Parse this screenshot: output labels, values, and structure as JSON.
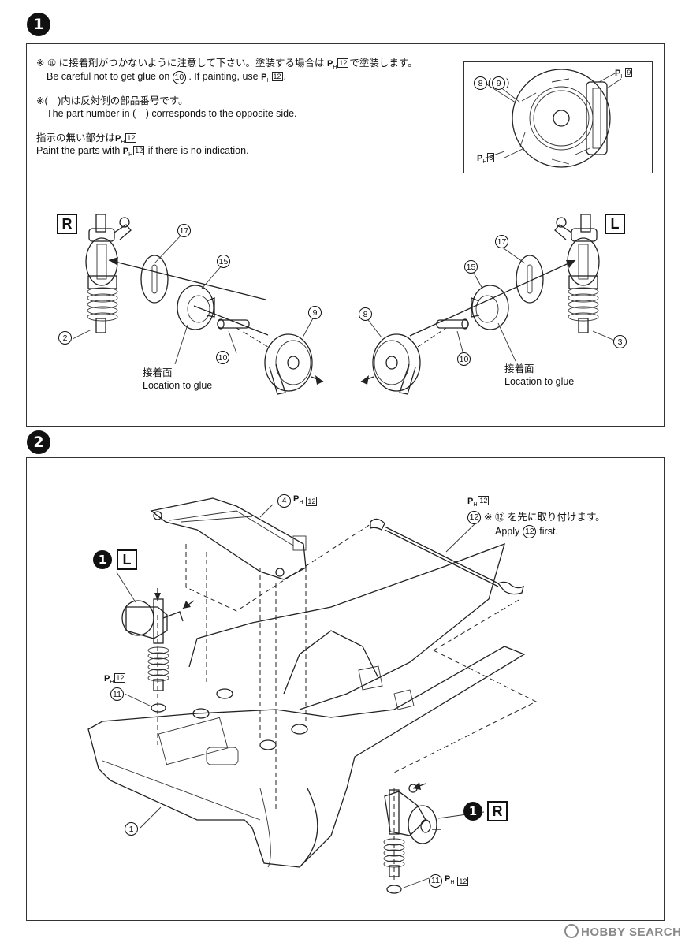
{
  "steps": [
    {
      "number": "1",
      "notes": {
        "glue_jp": "※ ⑩ に接着剤がつかないように注意して下さい。塗装する場合は",
        "glue_jp_tail": "で塗装します。",
        "glue_en_a": "Be careful not to get glue on",
        "glue_en_b": ". If painting, use",
        "paren_jp": "※(　)内は反対側の部品番号です。",
        "paren_en": "The part number in (　) corresponds to the opposite side.",
        "noind_jp": "指示の無い部分は",
        "noind_en_a": "Paint the parts with",
        "noind_en_b": "if there is no indication."
      },
      "inset": {
        "part_a": "8",
        "part_b": "9",
        "paint_caliper": "9",
        "paint_rotor": "8"
      },
      "right_side": {
        "side_letter": "R",
        "parts": [
          "17",
          "15",
          "9",
          "10",
          "2"
        ],
        "glue_jp": "接着面",
        "glue_en": "Location to glue"
      },
      "left_side": {
        "side_letter": "L",
        "parts": [
          "17",
          "15",
          "8",
          "10",
          "3"
        ],
        "glue_jp": "接着面",
        "glue_en": "Location to glue"
      }
    },
    {
      "number": "2",
      "part_4": "4",
      "paint_4": "12",
      "part_12": "12",
      "paint_12": "12",
      "note_12_jp": "※ ⑫ を先に取り付けます。",
      "note_12_en_a": "Apply",
      "note_12_en_b": "first.",
      "left_assembly": {
        "step_ref": "1",
        "side_letter": "L"
      },
      "right_assembly": {
        "step_ref": "1",
        "side_letter": "R"
      },
      "part_11_left": "11",
      "paint_11_left": "12",
      "part_11_right": "11",
      "paint_11_right": "12",
      "part_1": "1"
    }
  ],
  "paint_prefix": "P",
  "paint_sub": "H",
  "watermark": "HOBBY SEARCH",
  "colors": {
    "ink": "#111111",
    "watermark": "#8a8a8a"
  }
}
